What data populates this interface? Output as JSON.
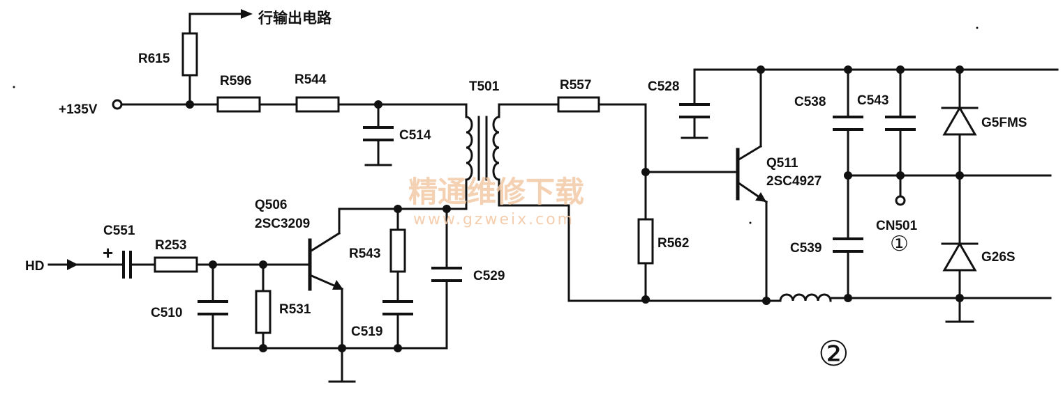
{
  "labels": {
    "line_output": "行输出电路",
    "r615": "R615",
    "r596": "R596",
    "r544": "R544",
    "t501": "T501",
    "r557": "R557",
    "c528": "C528",
    "c538": "C538",
    "c543": "C543",
    "g5fms": "G5FMS",
    "v135": "+135V",
    "c514": "C514",
    "q511": "Q511",
    "q511_type": "2SC4927",
    "q506": "Q506",
    "q506_type": "2SC3209",
    "c551": "C551",
    "r253": "R253",
    "hd": "HD",
    "r543": "R543",
    "r562": "R562",
    "cn501": "CN501",
    "c539": "C539",
    "g26s": "G26S",
    "c529": "C529",
    "c510": "C510",
    "r531": "R531",
    "c519": "C519",
    "circle1": "①",
    "circle2": "②",
    "plus": "+"
  },
  "watermark": {
    "title": "精通维修下载",
    "url": "www.gzweix.com",
    "color": "#f3c9a6"
  }
}
